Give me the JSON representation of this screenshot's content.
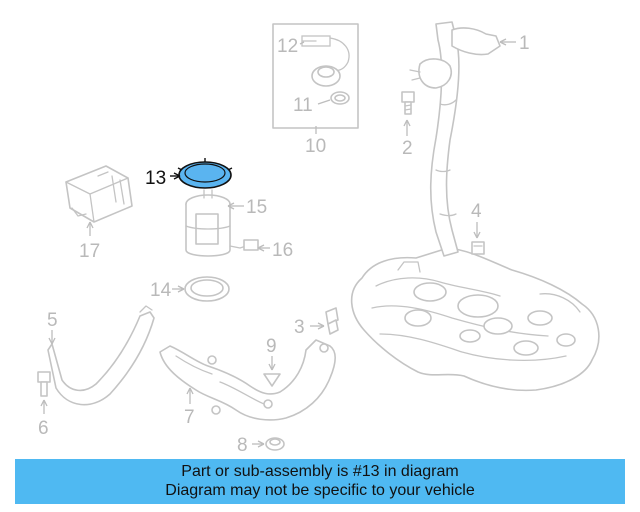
{
  "callouts": {
    "c1": "1",
    "c2": "2",
    "c3": "3",
    "c4": "4",
    "c5": "5",
    "c6": "6",
    "c7": "7",
    "c8": "8",
    "c9": "9",
    "c10": "10",
    "c11": "11",
    "c12": "12",
    "c13": "13",
    "c14": "14",
    "c15": "15",
    "c16": "16",
    "c17": "17"
  },
  "highlighted_callout": "13",
  "colors": {
    "highlight_fill": "#5ab4f0",
    "caption_bg": "#4fb9f2",
    "part_stroke": "#c4c4c4",
    "label_gray": "#b9b9b9"
  },
  "caption": {
    "line1": "Part or sub-assembly is #13 in diagram",
    "line2": "Diagram may not be specific to your vehicle"
  }
}
